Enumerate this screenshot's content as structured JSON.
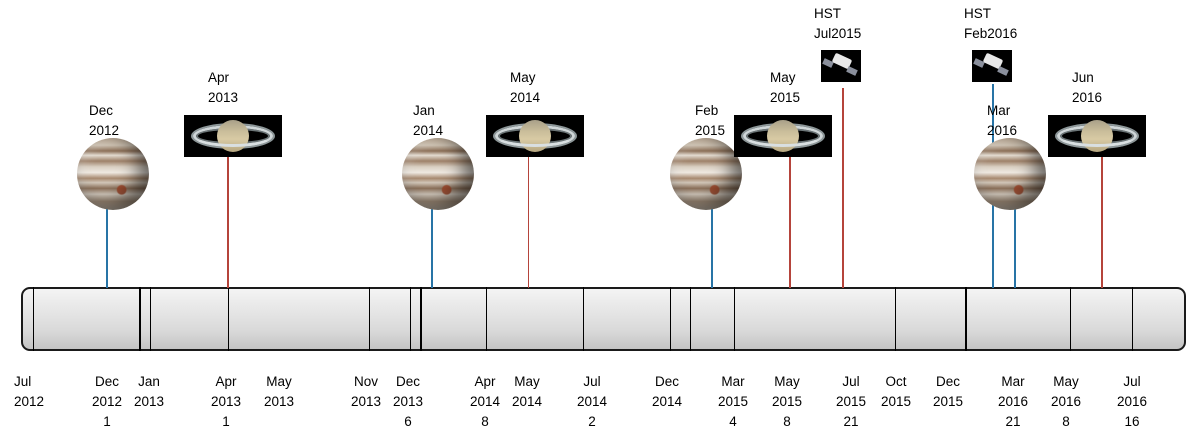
{
  "bottom_labels": [
    {
      "text": "Jul\n2012"
    },
    {
      "text": "Dec\n2012\n1"
    },
    {
      "text": "Jan\n2013"
    },
    {
      "text": "Apr\n2013\n1"
    },
    {
      "text": "May\n2013"
    },
    {
      "text": "Nov\n2013"
    },
    {
      "text": "Dec\n2013\n6"
    },
    {
      "text": "Apr\n2014\n8"
    },
    {
      "text": "May\n2014"
    },
    {
      "text": "Jul\n2014\n2"
    },
    {
      "text": "Dec\n2014"
    },
    {
      "text": "Mar\n2015\n4"
    },
    {
      "text": "May\n2015\n8"
    },
    {
      "text": "Jul\n2015\n21"
    },
    {
      "text": "Oct\n2015"
    },
    {
      "text": "Dec\n2015"
    },
    {
      "text": "Mar\n2016\n21"
    },
    {
      "text": "May\n2016\n8"
    },
    {
      "text": "Jul\n2016\n16"
    }
  ],
  "observations": [
    {
      "label": "Dec\n2012",
      "object": "jupiter-image",
      "stem_color": "#2874a6"
    },
    {
      "label": "Apr\n2013",
      "object": "saturn-image",
      "stem_color": "#b5443b"
    },
    {
      "label": "Jan\n2014",
      "object": "jupiter-image",
      "stem_color": "#2874a6"
    },
    {
      "label": "May\n2014",
      "object": "saturn-image",
      "stem_color": "#b5443b"
    },
    {
      "label": "Feb\n2015",
      "object": "jupiter-image",
      "stem_color": "#2874a6"
    },
    {
      "label": "May\n2015",
      "object": "saturn-image",
      "stem_color": "#b5443b"
    },
    {
      "label": "HST\nJul2015",
      "object": "hubble-telescope-icon",
      "stem_color": "#b5443b"
    },
    {
      "label": "HST\nFeb2016",
      "object": "hubble-telescope-icon",
      "stem_color": "#2874a6"
    },
    {
      "label": "Mar\n2016",
      "object": "jupiter-image",
      "stem_color": "#2874a6"
    },
    {
      "label": "Jun\n2016",
      "object": "saturn-image",
      "stem_color": "#b5443b"
    }
  ],
  "colors": {
    "jupiter_stem": "#2874a6",
    "saturn_stem": "#b5443b",
    "bar_border": "#1a1a1a"
  }
}
